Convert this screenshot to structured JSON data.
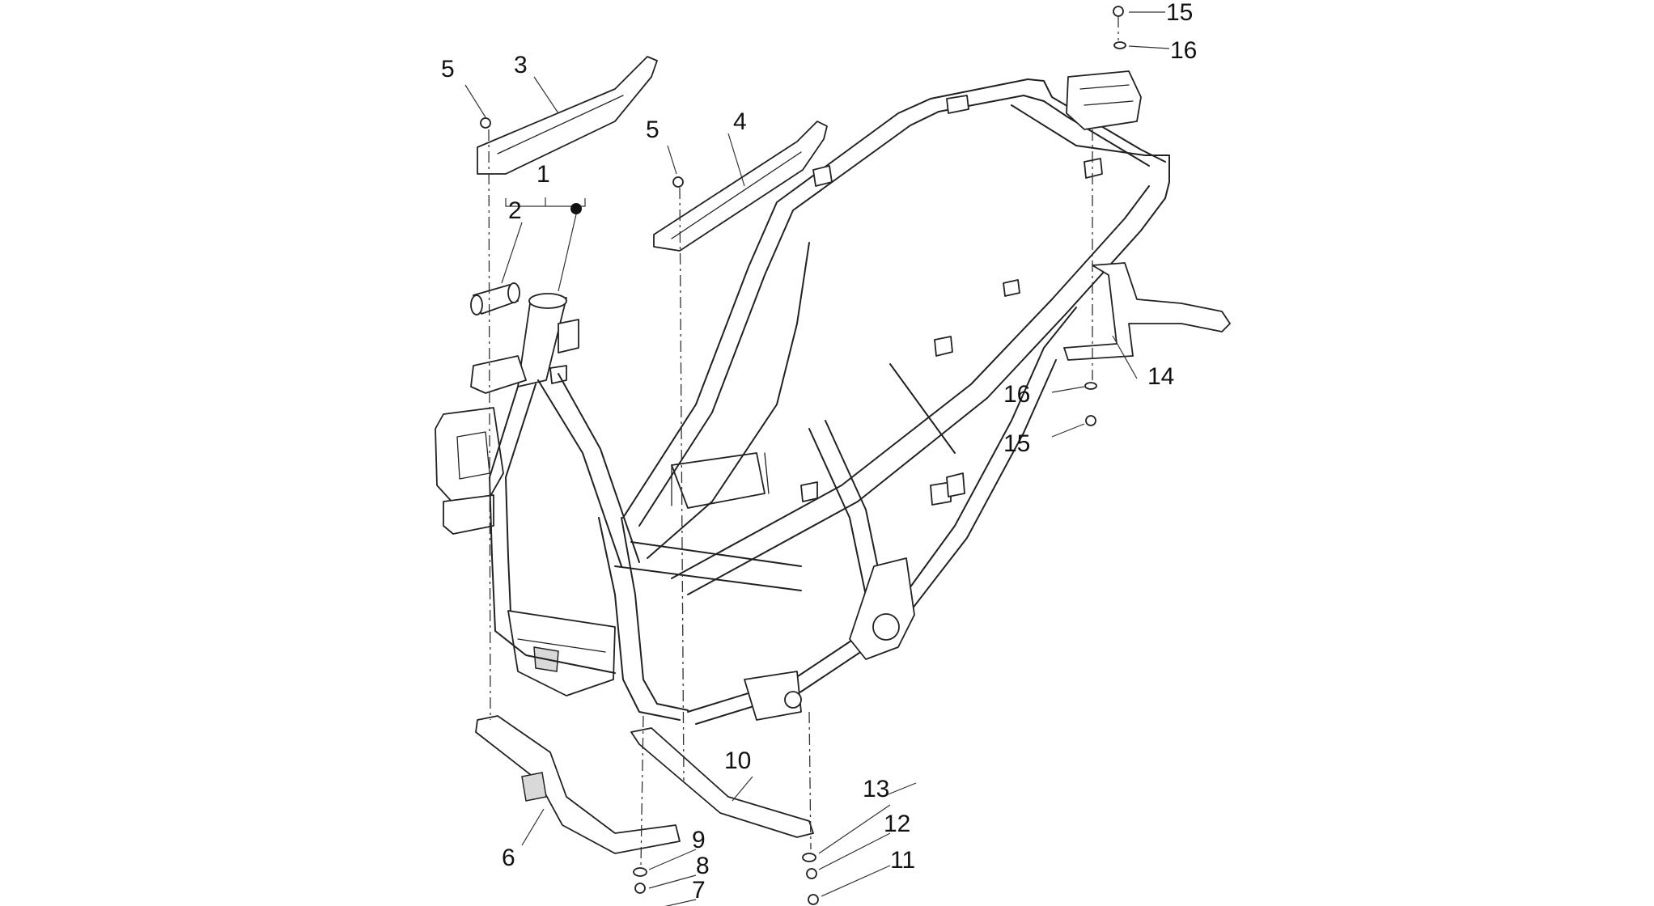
{
  "callouts": [
    {
      "id": "c1",
      "label": "1"
    },
    {
      "id": "c2",
      "label": "2"
    },
    {
      "id": "c3",
      "label": "3"
    },
    {
      "id": "c4",
      "label": "4"
    },
    {
      "id": "c5a",
      "label": "5"
    },
    {
      "id": "c5b",
      "label": "5"
    },
    {
      "id": "c6",
      "label": "6"
    },
    {
      "id": "c7",
      "label": "7"
    },
    {
      "id": "c8",
      "label": "8"
    },
    {
      "id": "c9",
      "label": "9"
    },
    {
      "id": "c10",
      "label": "10"
    },
    {
      "id": "c11",
      "label": "11"
    },
    {
      "id": "c12",
      "label": "12"
    },
    {
      "id": "c13",
      "label": "13"
    },
    {
      "id": "c14",
      "label": "14"
    },
    {
      "id": "c15a",
      "label": "15"
    },
    {
      "id": "c15b",
      "label": "15"
    },
    {
      "id": "c16a",
      "label": "16"
    },
    {
      "id": "c16b",
      "label": "16"
    }
  ]
}
